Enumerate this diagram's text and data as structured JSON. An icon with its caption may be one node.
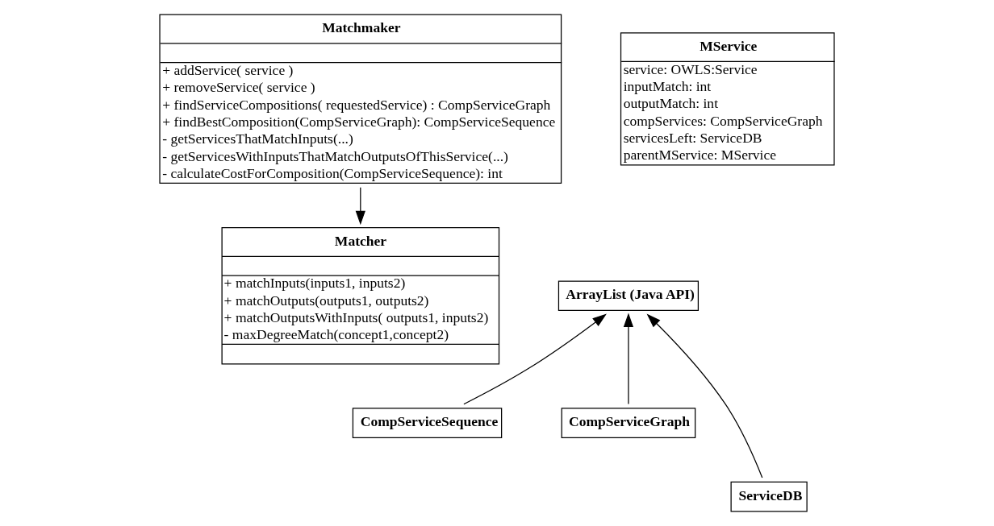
{
  "diagram": {
    "nodes": [
      {
        "text": [
          "Matchmaker",
          "+ addService( service )",
          "+ removeService( service )",
          "+ findServiceCompositions( requestedService) : CompServiceGraph",
          "+ findBestComposition(CompServiceGraph): CompServiceSequence",
          "- getServicesThatMatchInputs(...)",
          "- getServicesWithInputsThatMatchOutputsOfThisService(...)",
          "- calculateCostForComposition(CompServiceSequence): int"
        ]
      },
      {
        "text": [
          "MService",
          "service: OWLS:Service",
          "inputMatch: int",
          "outputMatch: int",
          "compServices: CompServiceGraph",
          "servicesLeft: ServiceDB",
          "parentMService: MService"
        ]
      },
      {
        "text": [
          "Matcher",
          "+ matchInputs(inputs1, inputs2)",
          "+ matchOutputs(outputs1, outputs2)",
          "+ matchOutputsWithInputs( outputs1, inputs2)",
          "- maxDegreeMatch(concept1,concept2)"
        ]
      },
      {
        "text": [
          "ArrayList (Java API)"
        ]
      },
      {
        "text": [
          "CompServiceSequence"
        ]
      },
      {
        "text": [
          "CompServiceGraph"
        ]
      },
      {
        "text": [
          "ServiceDB"
        ]
      }
    ],
    "edges": [
      {
        "from": 0,
        "to": 2,
        "arrow": "to"
      },
      {
        "from": 4,
        "to": 3,
        "arrow": "to"
      },
      {
        "from": 5,
        "to": 3,
        "arrow": "to"
      },
      {
        "from": 6,
        "to": 3,
        "arrow": "to"
      }
    ]
  }
}
